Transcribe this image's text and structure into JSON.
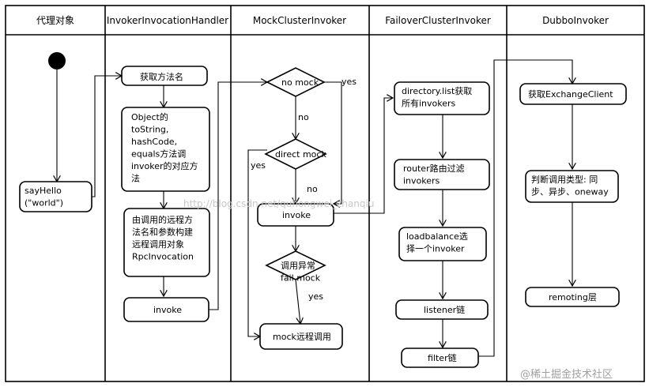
{
  "lanes": [
    {
      "id": "proxy",
      "title": "代理对象"
    },
    {
      "id": "handler",
      "title": "InvokerInvocationHandler"
    },
    {
      "id": "mock",
      "title": "MockClusterInvoker"
    },
    {
      "id": "failover",
      "title": "FailoverClusterInvoker"
    },
    {
      "id": "dubbo",
      "title": "DubboInvoker"
    }
  ],
  "nodes": {
    "sayhello": [
      "sayHello",
      "(\"world\")"
    ],
    "get_method": [
      "获取方法名"
    ],
    "object_methods": [
      "Object的",
      "toString,",
      "hashCode,",
      "equals方法调",
      "invoker的对应方",
      "法"
    ],
    "build_rpc": [
      "由调用的远程方",
      "法名和参数构建",
      "远程调用对象",
      "RpcInvocation"
    ],
    "handler_invoke": [
      "invoke"
    ],
    "no_mock": [
      "no mock"
    ],
    "direct_mock": [
      "direct mock"
    ],
    "mock_invoke": [
      "invoke"
    ],
    "call_exception": [
      "调用异常",
      "fail mock"
    ],
    "mock_remote": [
      "mock远程调用"
    ],
    "directory_list": [
      "directory.list获取",
      "所有invokers"
    ],
    "router": [
      "router路由过滤",
      "invokers"
    ],
    "loadbalance": [
      "loadbalance选",
      "择一个invoker"
    ],
    "listener": [
      "listener链"
    ],
    "filter": [
      "filter链"
    ],
    "exchange_client": [
      "获取ExchangeClient"
    ],
    "judge_type": [
      "判断调用类型: 同",
      "步、异步、oneway"
    ],
    "remoting": [
      "remoting层"
    ]
  },
  "edge_labels": {
    "no_mock_yes": "yes",
    "no_mock_no": "no",
    "direct_mock_yes": "yes",
    "direct_mock_no": "no",
    "exception_yes": "yes"
  },
  "watermark": "http://blog.csdn.net/quhongwei_zhanqiu",
  "footer_mark": "@稀土掘金技术社区",
  "colors": {
    "line": "#000000",
    "fill": "#ffffff",
    "start": "#000000",
    "watermark": "#c8c8c8"
  }
}
